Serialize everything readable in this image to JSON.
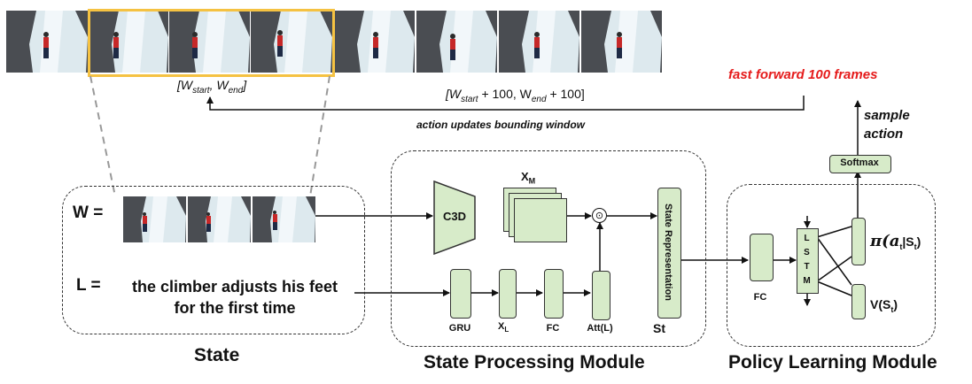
{
  "top": {
    "window_label": "[W",
    "window_start": "start",
    "window_sep": ", W",
    "window_end": "end",
    "window_close": "]",
    "shifted_open": "[W",
    "shifted_start": "start",
    "shifted_mid": " + 100, W",
    "shifted_end": "end",
    "shifted_close": " + 100]",
    "fast_forward": "fast forward 100 frames",
    "action_updates": "action updates bounding window",
    "sample_action_1": "sample",
    "sample_action_2": "action",
    "fast_forward_color": "#e51b1b",
    "highlight_color": "#f5c242"
  },
  "state": {
    "w_label": "W =",
    "l_label": "L =",
    "sentence_line1": "the climber adjusts his feet",
    "sentence_line2": "for the first time",
    "title": "State"
  },
  "spm": {
    "c3d": "C3D",
    "xm": "X",
    "xm_sub": "M",
    "gru": "GRU",
    "xl": "X",
    "xl_sub": "L",
    "fc": "FC",
    "att": "Att(L)",
    "state_rep": "State Representation",
    "st": "St",
    "title": "State Processing Module",
    "dot_symbol": "⊙"
  },
  "plm": {
    "fc": "FC",
    "lstm": [
      "L",
      "S",
      "T",
      "M"
    ],
    "softmax": "Softmax",
    "pi_label": "π(a",
    "pi_sub1": "t",
    "pi_mid": "|S",
    "pi_sub2": "t",
    "pi_close": ")",
    "v_label": "V(S",
    "v_sub": "t",
    "v_close": ")",
    "title": "Policy Learning Module"
  },
  "colors": {
    "box_fill": "#d7ebc9",
    "ice": "#dde9ee",
    "rock": "#4a4d52"
  }
}
